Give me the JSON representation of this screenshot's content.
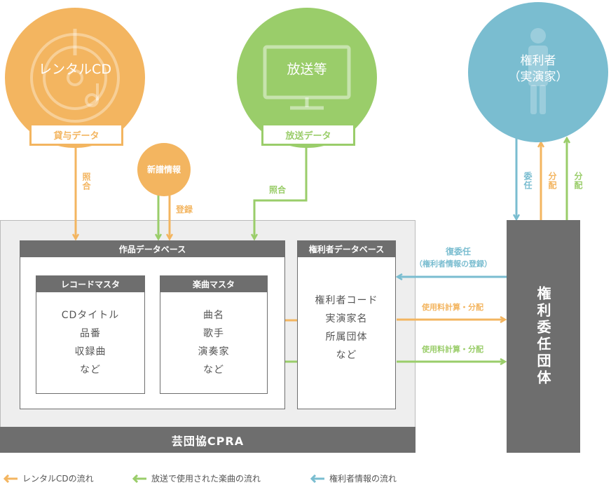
{
  "colors": {
    "orange": "#f3b560",
    "green": "#9acd6a",
    "blue": "#7abdd0",
    "dark_gray": "#6e6e6e",
    "light_gray": "#eeeeee",
    "text": "#555555"
  },
  "circles": {
    "rental_cd": "レンタルCD",
    "broadcast": "放送等",
    "rights_holder": "権利者\n（実演家）",
    "new_release_info": "新譜情報"
  },
  "tags": {
    "rental_data": "貸与データ",
    "broadcast_data": "放送データ"
  },
  "arrow_labels": {
    "match_orange": "照合",
    "match_green": "照合",
    "register": "登録",
    "delegate": "委任",
    "distribute_orange": "分配",
    "distribute_green": "分配",
    "re_delegate": "復委任",
    "re_delegate_sub": "（権利者情報の登録）",
    "fee_calc_orange": "使用料計算・分配",
    "fee_calc_green": "使用料計算・分配"
  },
  "cpra": {
    "label": "芸団協CPRA",
    "works_db": {
      "title": "作品データベース",
      "record_master": {
        "title": "レコードマスタ",
        "items": [
          "CDタイトル",
          "品番",
          "収録曲",
          "など"
        ]
      },
      "music_master": {
        "title": "楽曲マスタ",
        "items": [
          "曲名",
          "歌手",
          "演奏家",
          "など"
        ]
      }
    },
    "rights_db": {
      "title": "権利者データベース",
      "items": [
        "権利者コード",
        "実演家名",
        "所属団体",
        "など"
      ]
    }
  },
  "trust_org": {
    "label": "権利委任団体"
  },
  "legend": [
    {
      "label": "レンタルCDの流れ",
      "color": "#f3b560"
    },
    {
      "label": "放送で使用された楽曲の流れ",
      "color": "#9acd6a"
    },
    {
      "label": "権利者情報の流れ",
      "color": "#7abdd0"
    }
  ]
}
